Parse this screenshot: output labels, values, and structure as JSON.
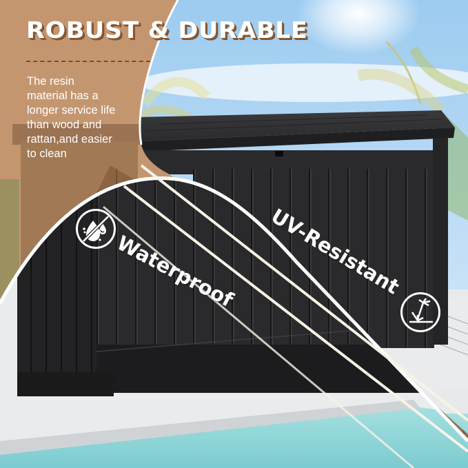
{
  "banner": {
    "headline": "ROBUST & DURABLE",
    "description": "The resin\nmaterial has a\nlonger service life\nthan wood and\nrattan,and easier\nto clean"
  },
  "features": [
    {
      "label": "Waterproof",
      "icon": "waterproof-drops-icon"
    },
    {
      "label": "UV-Resistant",
      "icon": "uv-sun-palm-icon"
    }
  ],
  "colors": {
    "tan_panel": "#c49670",
    "headline_shadow": "#8a5a34",
    "box_black": "#2a2a2c",
    "sky_blue": "#a9d2f2",
    "pool_water": "#8fd3d6",
    "deck_white": "#e9ebec",
    "stripe_brown": "#8c6440"
  }
}
